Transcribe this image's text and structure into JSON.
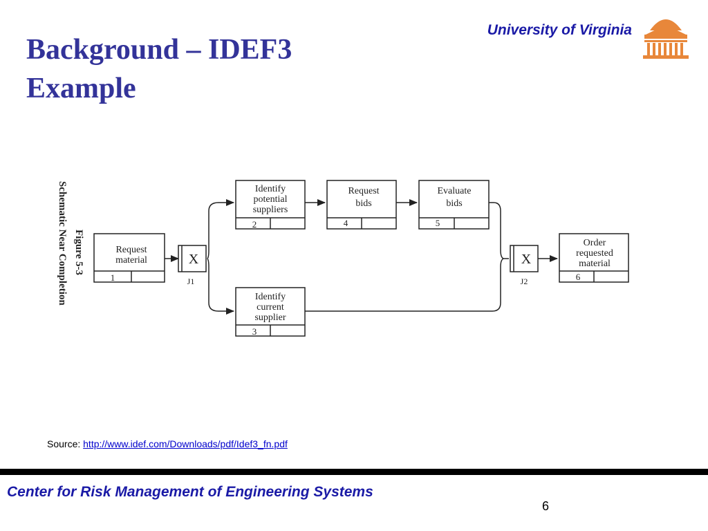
{
  "slide": {
    "title_line1": "Background – IDEF3",
    "title_line2": "Example",
    "university": "University of Virginia",
    "source_label": "Source:",
    "source_url": "http://www.idef.com/Downloads/pdf/Idef3_fn.pdf",
    "footer": "Center for Risk Management of Engineering Systems",
    "page_number": "6"
  },
  "diagram": {
    "figure_caption_line1": "Figure 5-3",
    "figure_caption_line2": "Schematic Near Completion",
    "nodes": [
      {
        "id": "1",
        "lines": [
          "Request",
          "material"
        ]
      },
      {
        "id": "2",
        "lines": [
          "Identify",
          "potential",
          "suppliers"
        ]
      },
      {
        "id": "3",
        "lines": [
          "Identify",
          "current",
          "supplier"
        ]
      },
      {
        "id": "4",
        "lines": [
          "Request",
          "bids"
        ]
      },
      {
        "id": "5",
        "lines": [
          "Evaluate",
          "bids"
        ]
      },
      {
        "id": "6",
        "lines": [
          "Order",
          "requested",
          "material"
        ]
      }
    ],
    "junctions": [
      {
        "id": "J1",
        "symbol": "X"
      },
      {
        "id": "J2",
        "symbol": "X"
      }
    ],
    "colors": {
      "line": "#222222",
      "title": "#333399",
      "brand": "#1a1aa6",
      "logo": "#e8873a"
    }
  }
}
